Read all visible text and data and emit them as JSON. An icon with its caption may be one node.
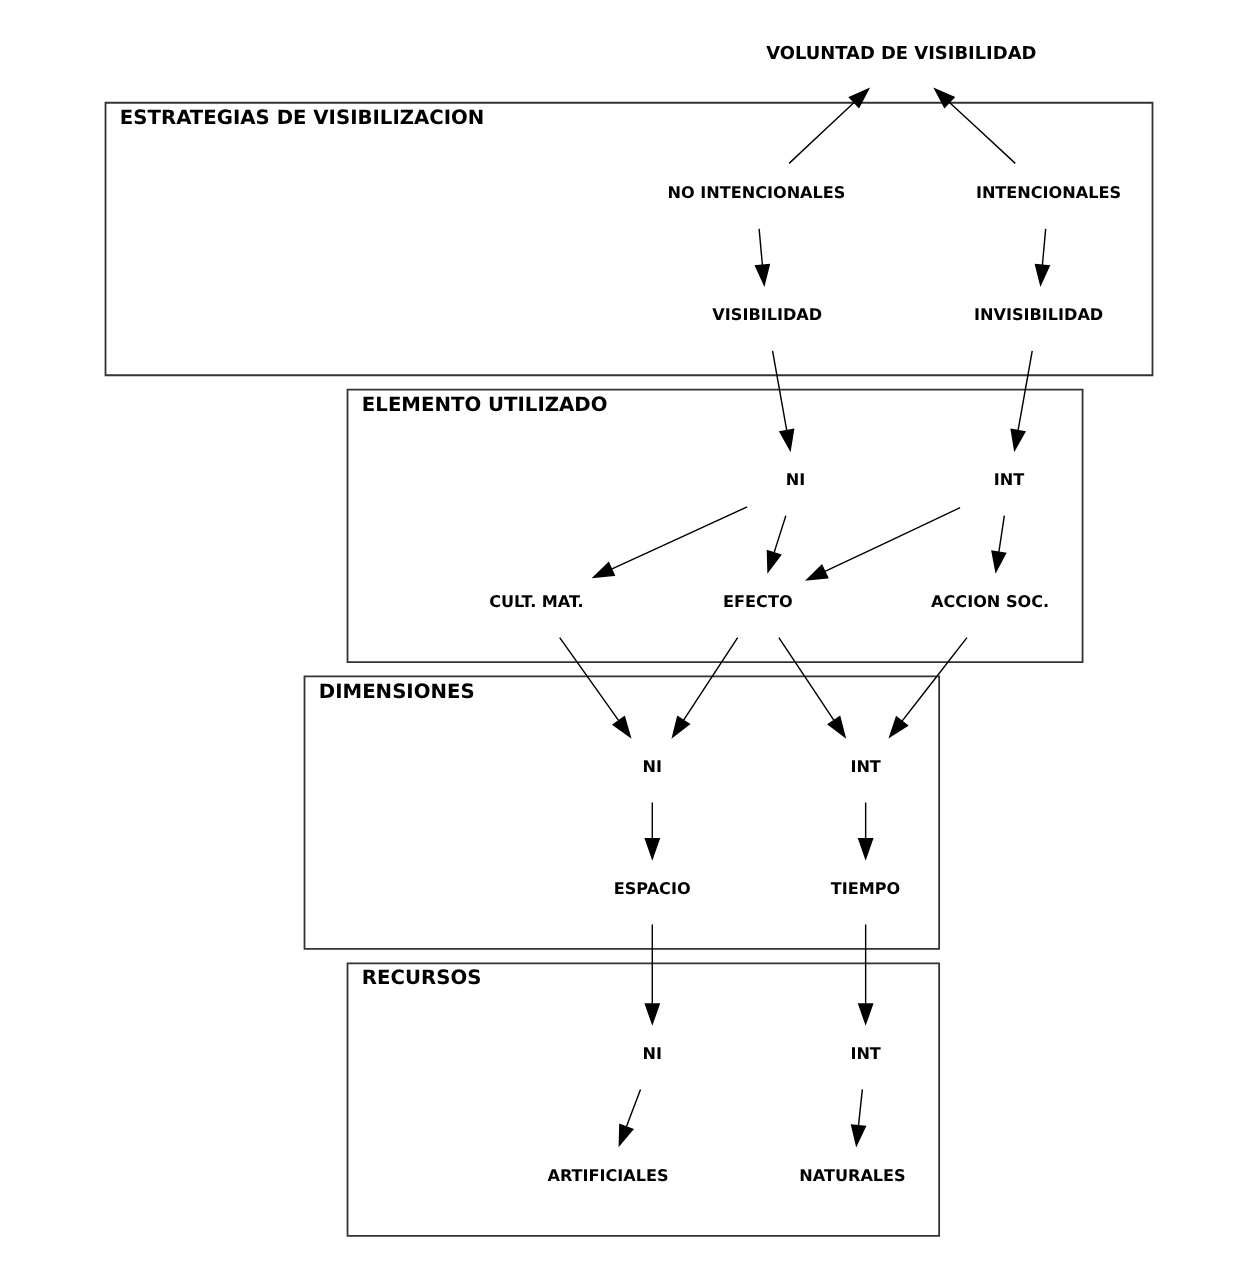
{
  "diagram": {
    "nodes": [
      {
        "text": [
          "VOLUNTAD DE VISIBILIDAD"
        ]
      },
      {
        "text": [
          "ESTRATEGIAS DE VISIBILIZACION"
        ]
      },
      {
        "text": [
          "INTENCIONALES"
        ],
        "in": 1
      },
      {
        "text": [
          "NO INTENCIONALES"
        ],
        "in": 1
      },
      {
        "text": [
          "VISIBILIDAD"
        ],
        "in": 1
      },
      {
        "text": [
          "INVISIBILIDAD"
        ],
        "in": 1
      },
      {
        "text": [
          "ELEMENTO UTILIZADO"
        ]
      },
      {
        "text": [
          "INT"
        ],
        "in": 6
      },
      {
        "text": [
          "NI"
        ],
        "in": 6
      },
      {
        "text": [
          "CULT. MAT."
        ],
        "in": 6
      },
      {
        "text": [
          "EFECTO"
        ],
        "in": 6
      },
      {
        "text": [
          "ACCION SOC."
        ],
        "in": 6
      },
      {
        "text": [
          "DIMENSIONES"
        ]
      },
      {
        "text": [
          "INT"
        ],
        "in": 12
      },
      {
        "text": [
          "NI"
        ],
        "in": 12
      },
      {
        "text": [
          "ESPACIO"
        ],
        "in": 12
      },
      {
        "text": [
          "TIEMPO"
        ],
        "in": 12
      },
      {
        "text": [
          "RECURSOS"
        ]
      },
      {
        "text": [
          "INT"
        ],
        "in": 17
      },
      {
        "text": [
          "NI"
        ],
        "in": 17
      },
      {
        "text": [
          "ARTIFICIALES"
        ],
        "in": 17
      },
      {
        "text": [
          "NATURALES"
        ],
        "in": 17
      }
    ],
    "edges": [
      {
        "from": 2,
        "to": 0,
        "arrow": "to"
      },
      {
        "from": 3,
        "to": 0,
        "arrow": "to"
      },
      {
        "from": 2,
        "to": 5,
        "arrow": "to"
      },
      {
        "from": 3,
        "to": 4,
        "arrow": "to"
      },
      {
        "from": 4,
        "to": 8,
        "arrow": "to"
      },
      {
        "from": 5,
        "to": 7,
        "arrow": "to"
      },
      {
        "from": 7,
        "to": 11,
        "arrow": "to"
      },
      {
        "from": 8,
        "to": 9,
        "arrow": "to"
      },
      {
        "from": 7,
        "to": 10,
        "arrow": "to"
      },
      {
        "from": 8,
        "to": 10,
        "arrow": "to"
      },
      {
        "from": 9,
        "to": 14,
        "arrow": "to"
      },
      {
        "from": 11,
        "to": 13,
        "arrow": "to"
      },
      {
        "from": 10,
        "to": 13,
        "arrow": "to"
      },
      {
        "from": 10,
        "to": 14,
        "arrow": "to"
      },
      {
        "from": 13,
        "to": 16,
        "arrow": "to"
      },
      {
        "from": 14,
        "to": 15,
        "arrow": "to"
      },
      {
        "from": 15,
        "to": 19,
        "arrow": "to"
      },
      {
        "from": 16,
        "to": 18,
        "arrow": "to"
      },
      {
        "from": 18,
        "to": 21,
        "arrow": "to"
      },
      {
        "from": 19,
        "to": 20,
        "arrow": "to"
      }
    ]
  }
}
